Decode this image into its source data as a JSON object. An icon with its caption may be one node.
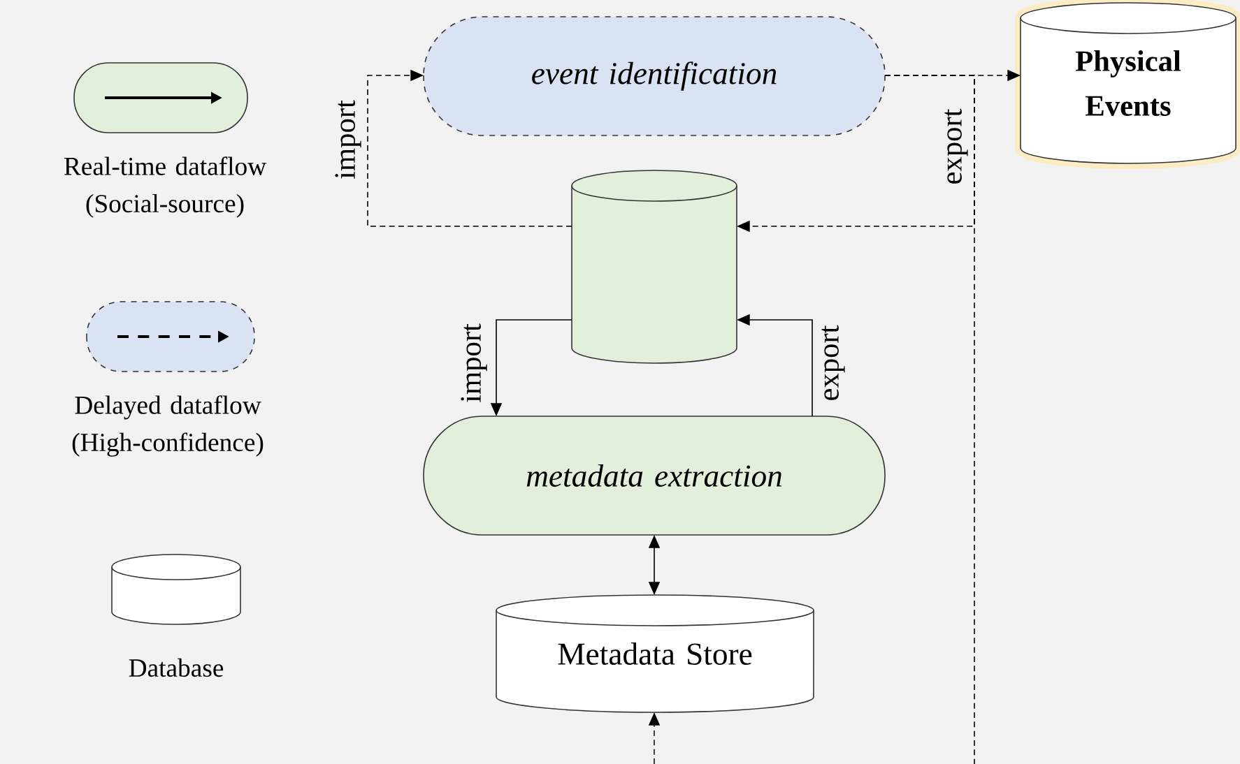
{
  "diagram": {
    "nodes": [
      {
        "text": [
          "event identification"
        ]
      },
      {
        "text": [
          "Physical Events"
        ]
      },
      {
        "text": [],
        "shape": "cylinder"
      },
      {
        "text": [
          "metadata extraction"
        ]
      },
      {
        "text": [
          "Metadata Store"
        ]
      }
    ],
    "edges": [
      {
        "from": 2,
        "to": 0,
        "arrow": "to",
        "style": "dashed",
        "label": "import"
      },
      {
        "from": 0,
        "to": 1,
        "arrow": "to",
        "style": "dashed"
      },
      {
        "from": 0,
        "to": 2,
        "arrow": "to",
        "style": "dashed",
        "label": "export"
      },
      {
        "from": 0,
        "to": null,
        "arrow": "none",
        "style": "dashed"
      },
      {
        "from": 2,
        "to": 3,
        "arrow": "to",
        "label": "import"
      },
      {
        "from": 3,
        "to": 2,
        "arrow": "to",
        "label": "export"
      },
      {
        "from": 3,
        "to": 4,
        "arrow": "both"
      },
      {
        "from": null,
        "to": 4,
        "arrow": "to",
        "style": "dashed"
      }
    ],
    "legend": [
      {
        "text": "Real-time dataflow (Social-source)"
      },
      {
        "text": "Delayed dataflow (High-confidence)"
      },
      {
        "text": "Database"
      }
    ]
  }
}
